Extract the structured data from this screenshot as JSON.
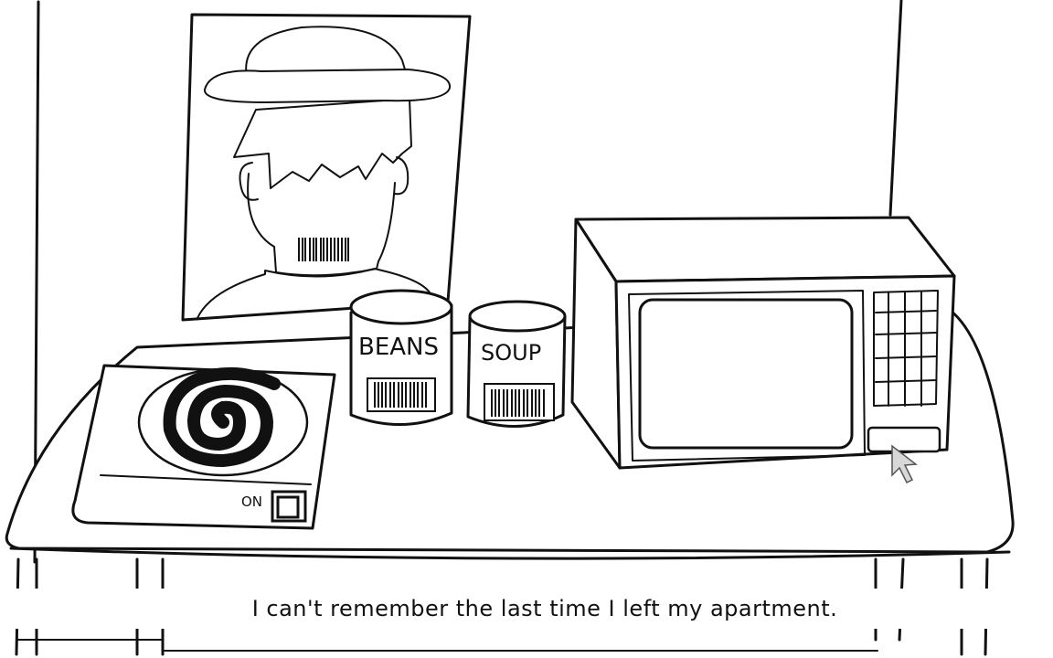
{
  "scene": {
    "poster": {
      "label": "barcode"
    },
    "cans": [
      {
        "label": "BEANS"
      },
      {
        "label": "SOUP"
      }
    ],
    "hotplate": {
      "switch_label": "ON"
    },
    "microwave": {
      "button": "start-button"
    },
    "cursor": "arrow-cursor"
  },
  "dialogue": {
    "text": "I can't remember the last time I left my apartment."
  }
}
